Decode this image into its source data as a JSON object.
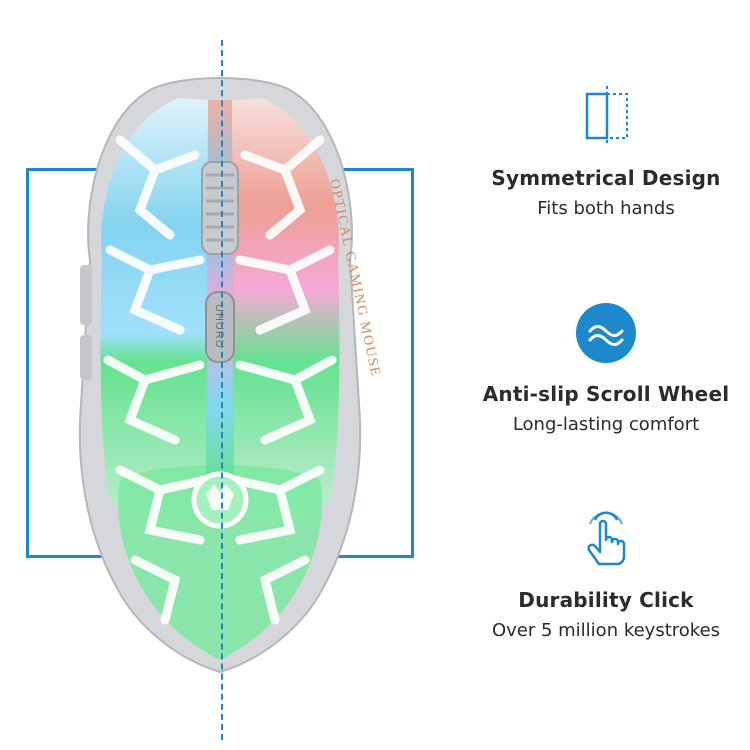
{
  "product": {
    "side_text": "OPTICAL GAMING MOUSE",
    "brand_text": "UHURU"
  },
  "features": [
    {
      "icon": "symmetry-icon",
      "title": "Symmetrical Design",
      "subtitle": "Fits both hands"
    },
    {
      "icon": "scroll-wheel-icon",
      "title": "Anti-slip Scroll Wheel",
      "subtitle": "Long-lasting comfort"
    },
    {
      "icon": "touch-click-icon",
      "title": "Durability Click",
      "subtitle": "Over 5 million keystrokes"
    }
  ],
  "colors": {
    "accent": "#1d88cc",
    "glow_blue": "#5ec8ee",
    "glow_pink": "#f07fa6",
    "glow_green": "#3ee07a",
    "text": "#2b2b2b"
  }
}
